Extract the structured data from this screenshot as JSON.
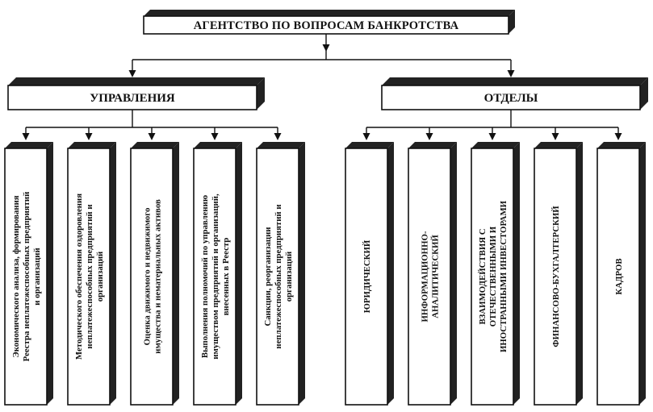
{
  "diagram": {
    "root": "АГЕНТСТВО ПО ВОПРОСАМ БАНКРОТСТВА",
    "groups": [
      {
        "label": "УПРАВЛЕНИЯ",
        "children": [
          [
            "Экономического анализа, формирования",
            "Реестра неплатежеспособных предприятий",
            "и организаций"
          ],
          [
            "Методического обеспечения оздоровления",
            "неплатежеспособных предприятий и",
            "организаций"
          ],
          [
            "Оценка движимого и недвижимого",
            "имущества и нематериальных активов"
          ],
          [
            "Выполнения полномочий по управлению",
            "имуществом предприятий и организаций,",
            "внесенных в Реестр"
          ],
          [
            "Санкции, реорганизации",
            "неплатежеспособных предприятий и",
            "организаций"
          ]
        ]
      },
      {
        "label": "ОТДЕЛЫ",
        "children": [
          [
            "ЮРИДИЧЕСКИЙ"
          ],
          [
            "ИНФОРМАЦИОННО-",
            "АНАЛИТИЧЕСКИЙ"
          ],
          [
            "ВЗАИМОДЕЙСТВИЯ С",
            "ОТЕЧЕСТВЕННЫМИ И",
            "ИНОСТРАННЫМИ ИНВЕСТОРАМИ"
          ],
          [
            "ФИНАНСОВО-БУХГАЛТЕРСКИЙ"
          ],
          [
            "КАДРОВ"
          ]
        ]
      }
    ]
  }
}
